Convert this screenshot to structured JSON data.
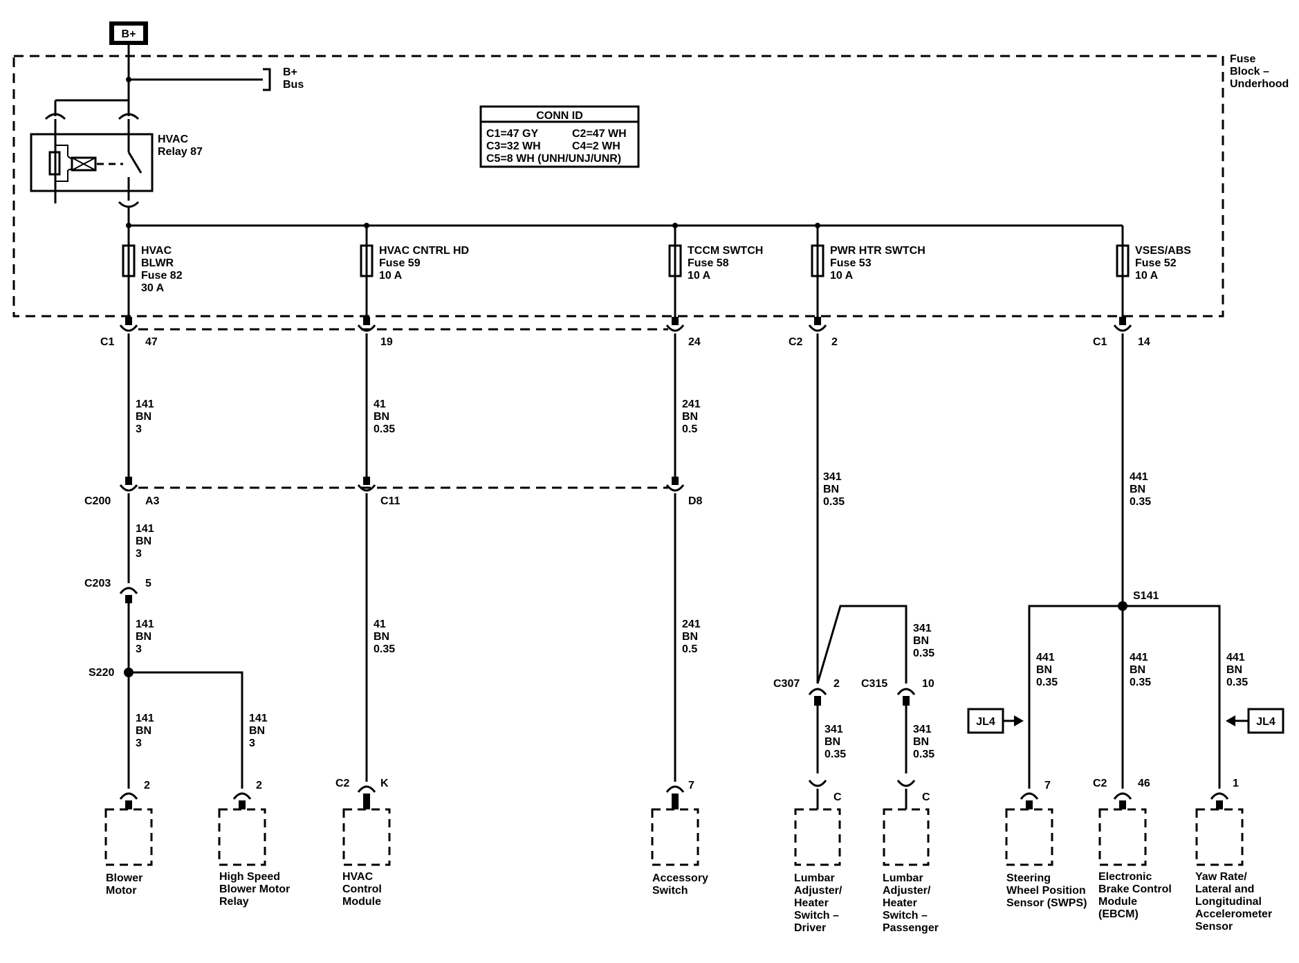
{
  "top": {
    "bplus": "B+",
    "bus": [
      "B+",
      "Bus"
    ],
    "fuse_block": [
      "Fuse",
      "Block –",
      "Underhood"
    ]
  },
  "relay": {
    "label": [
      "HVAC",
      "Relay 87"
    ]
  },
  "conn_id": {
    "title": "CONN ID",
    "rows": [
      [
        "C1=47 GY",
        "C2=47 WH"
      ],
      [
        "C3=32 WH",
        "C4=2 WH"
      ],
      [
        "C5=8 WH (UNH/UNJ/UNR)"
      ]
    ]
  },
  "fuses": [
    {
      "lines": [
        "HVAC",
        "BLWR",
        "Fuse 82",
        "30 A"
      ]
    },
    {
      "lines": [
        "HVAC CNTRL HD",
        "Fuse 59",
        "10 A"
      ]
    },
    {
      "lines": [
        "TCCM SWTCH",
        "Fuse 58",
        "10 A"
      ]
    },
    {
      "lines": [
        "PWR HTR SWTCH",
        "Fuse 53",
        "10 A"
      ]
    },
    {
      "lines": [
        "VSES/ABS",
        "Fuse 52",
        "10 A"
      ]
    }
  ],
  "block_pins": [
    {
      "conn": "C1",
      "pin": "47"
    },
    {
      "conn": "",
      "pin": "19"
    },
    {
      "conn": "",
      "pin": "24"
    },
    {
      "conn": "C2",
      "pin": "2"
    },
    {
      "conn": "C1",
      "pin": "14"
    }
  ],
  "wires": {
    "w141_upper": [
      "141",
      "BN",
      "3"
    ],
    "w41_upper": [
      "41",
      "BN",
      "0.35"
    ],
    "w241_upper": [
      "241",
      "BN",
      "0.5"
    ],
    "w341_upper": [
      "341",
      "BN",
      "0.35"
    ],
    "w441_upper": [
      "441",
      "BN",
      "0.35"
    ],
    "w141_c200": [
      "141",
      "BN",
      "3"
    ],
    "w141_c203": [
      "141",
      "BN",
      "3"
    ],
    "w41_lower": [
      "41",
      "BN",
      "0.35"
    ],
    "w241_lower": [
      "241",
      "BN",
      "0.5"
    ],
    "w341_branch": [
      "341",
      "BN",
      "0.35"
    ],
    "w441_a": [
      "441",
      "BN",
      "0.35"
    ],
    "w441_b": [
      "441",
      "BN",
      "0.35"
    ],
    "w441_c": [
      "441",
      "BN",
      "0.35"
    ],
    "w141_blower": [
      "141",
      "BN",
      "3"
    ],
    "w141_relay": [
      "141",
      "BN",
      "3"
    ],
    "w341_driver": [
      "341",
      "BN",
      "0.35"
    ],
    "w341_pass": [
      "341",
      "BN",
      "0.35"
    ]
  },
  "inline_conns": {
    "c200": {
      "conn": "C200",
      "pin": "A3"
    },
    "c11": {
      "pin": "C11"
    },
    "d8": {
      "pin": "D8"
    },
    "c203": {
      "conn": "C203",
      "pin": "5"
    },
    "c307": {
      "conn": "C307",
      "pin": "2"
    },
    "c315": {
      "conn": "C315",
      "pin": "10"
    }
  },
  "splices": {
    "s220": "S220",
    "s141": "S141"
  },
  "jl4": "JL4",
  "components": [
    {
      "conn": "",
      "pin": "2",
      "lines": [
        "Blower",
        "Motor"
      ]
    },
    {
      "conn": "",
      "pin": "2",
      "lines": [
        "High Speed",
        "Blower Motor",
        "Relay"
      ]
    },
    {
      "conn": "C2",
      "pin": "K",
      "lines": [
        "HVAC",
        "Control",
        "Module"
      ]
    },
    {
      "conn": "",
      "pin": "7",
      "lines": [
        "Accessory",
        "Switch"
      ]
    },
    {
      "conn": "",
      "pin": "C",
      "lines": [
        "Lumbar",
        "Adjuster/",
        "Heater",
        "Switch –",
        "Driver"
      ]
    },
    {
      "conn": "",
      "pin": "C",
      "lines": [
        "Lumbar",
        "Adjuster/",
        "Heater",
        "Switch –",
        "Passenger"
      ]
    },
    {
      "conn": "",
      "pin": "7",
      "lines": [
        "Steering",
        "Wheel Position",
        "Sensor (SWPS)"
      ]
    },
    {
      "conn": "C2",
      "pin": "46",
      "lines": [
        "Electronic",
        "Brake Control",
        "Module",
        "(EBCM)"
      ]
    },
    {
      "conn": "",
      "pin": "1",
      "lines": [
        "Yaw Rate/",
        "Lateral and",
        "Longitudinal",
        "Accelerometer",
        "Sensor"
      ]
    }
  ]
}
